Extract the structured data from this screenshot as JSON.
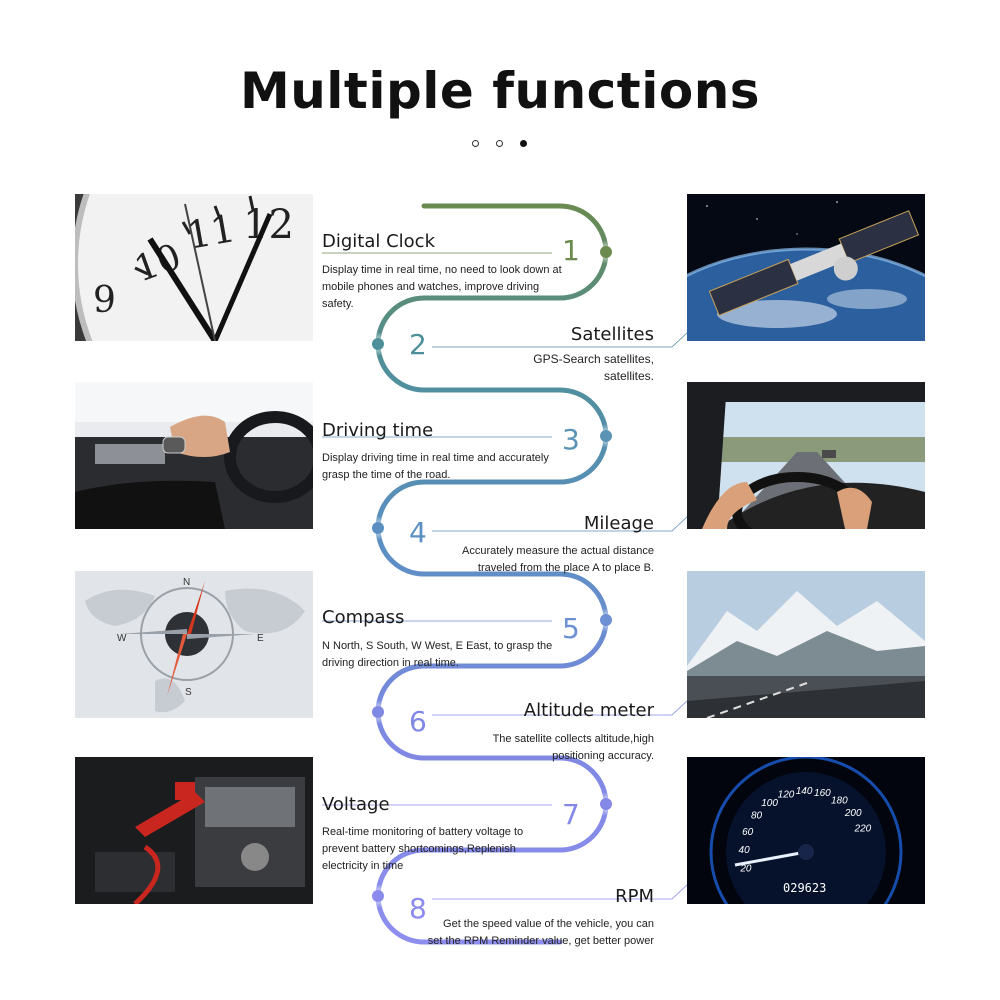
{
  "header": {
    "title": "Multiple functions"
  },
  "features": [
    {
      "num": "1",
      "label": "Digital Clock",
      "desc": [
        "Display time in real time, no need to look down at",
        "mobile phones and watches, improve driving",
        "safety."
      ]
    },
    {
      "num": "2",
      "label": "Satellites",
      "desc": [
        "GPS-Search satellites,",
        "satellites."
      ]
    },
    {
      "num": "3",
      "label": "Driving time",
      "desc": [
        "Display driving time in real time and accurately",
        "grasp the time of the road."
      ]
    },
    {
      "num": "4",
      "label": "Mileage",
      "desc": [
        "Accurately measure the actual distance",
        "traveled from the place A to place B."
      ]
    },
    {
      "num": "5",
      "label": "Compass",
      "desc": [
        "N North, S South, W West, E East, to grasp the",
        "driving direction in real time."
      ]
    },
    {
      "num": "6",
      "label": "Altitude meter",
      "desc": [
        "The satellite collects altitude,high",
        "positioning accuracy."
      ]
    },
    {
      "num": "7",
      "label": "Voltage",
      "desc": [
        "Real-time monitoring of battery voltage to",
        "prevent battery shortcomings,Replenish",
        "electricity in time"
      ]
    },
    {
      "num": "8",
      "label": "RPM",
      "desc": [
        "Get the speed value of the vehicle, you can",
        "set the RPM Reminder value, get better power"
      ]
    }
  ],
  "images": {
    "clock": {
      "icon": "clock-photo",
      "numerals": [
        "9",
        "10",
        "11",
        "12"
      ]
    },
    "satellite": {
      "icon": "satellite-photo"
    },
    "steering": {
      "icon": "steering-wheel-photo"
    },
    "road": {
      "icon": "road-driving-photo"
    },
    "compass": {
      "icon": "compass-photo",
      "letters": [
        "N",
        "S",
        "W",
        "E"
      ]
    },
    "mountain": {
      "icon": "mountain-road-photo"
    },
    "engine": {
      "icon": "engine-battery-photo"
    },
    "speedometer": {
      "icon": "speedometer-photo",
      "ticks": [
        "20",
        "40",
        "60",
        "80",
        "100",
        "120",
        "140",
        "160",
        "180",
        "200",
        "220"
      ],
      "odometer": "029623"
    }
  },
  "colors": {
    "green": "#6a8a4e",
    "teal": "#4f8f9a",
    "blue": "#5b8fc2",
    "periwinkle": "#7f88e3",
    "violet": "#8a8aef"
  }
}
